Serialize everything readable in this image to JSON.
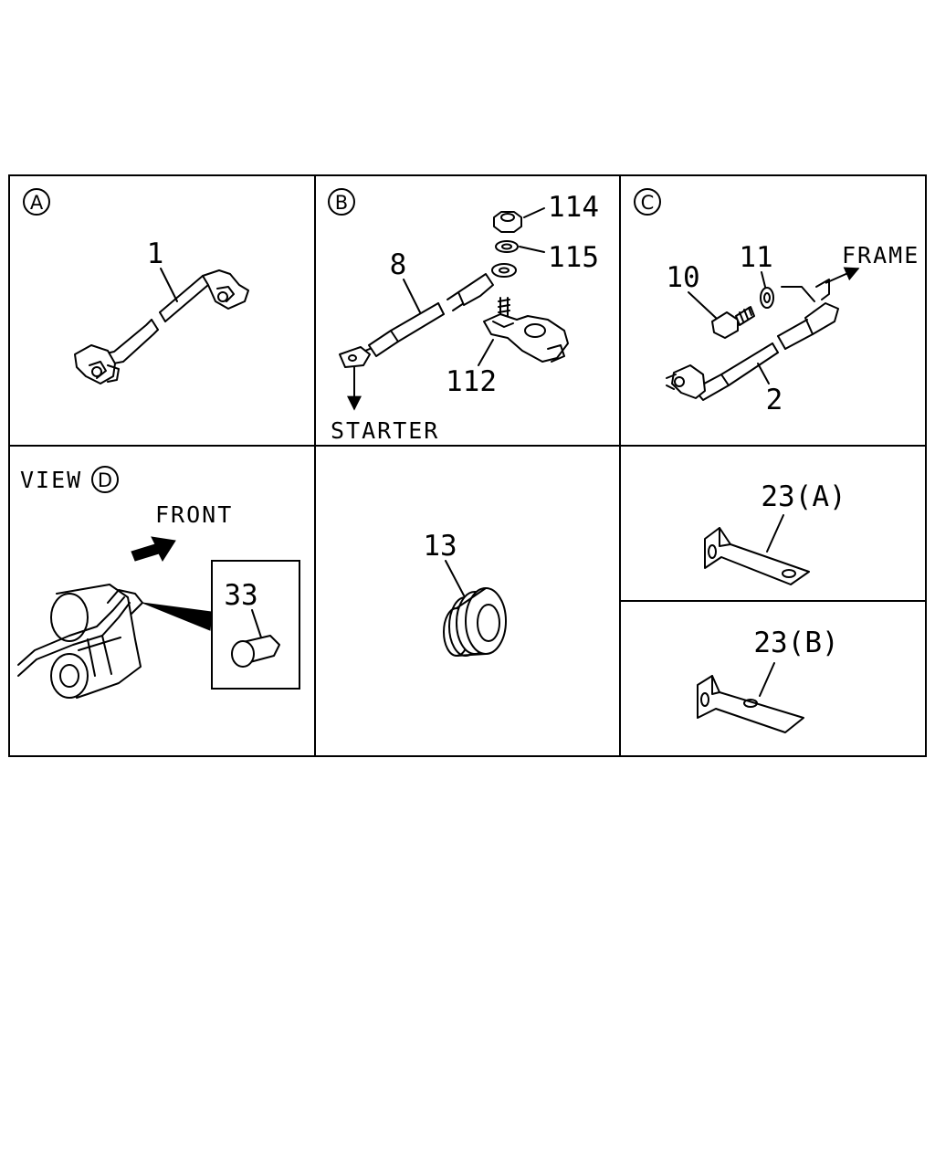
{
  "panels": {
    "a": {
      "letter": "A",
      "part": "1"
    },
    "b": {
      "letter": "B",
      "parts": {
        "cable": "8",
        "nut": "114",
        "washer": "115",
        "terminal": "112"
      },
      "note": "STARTER"
    },
    "c": {
      "letter": "C",
      "parts": {
        "bolt": "10",
        "washer": "11",
        "cable": "2"
      },
      "note": "FRAME"
    },
    "d": {
      "prefix": "VIEW",
      "letter": "D",
      "note": "FRONT",
      "part": "33"
    },
    "e": {
      "part": "13"
    },
    "f": {
      "part": "23(A)"
    },
    "g": {
      "part": "23(B)"
    }
  }
}
